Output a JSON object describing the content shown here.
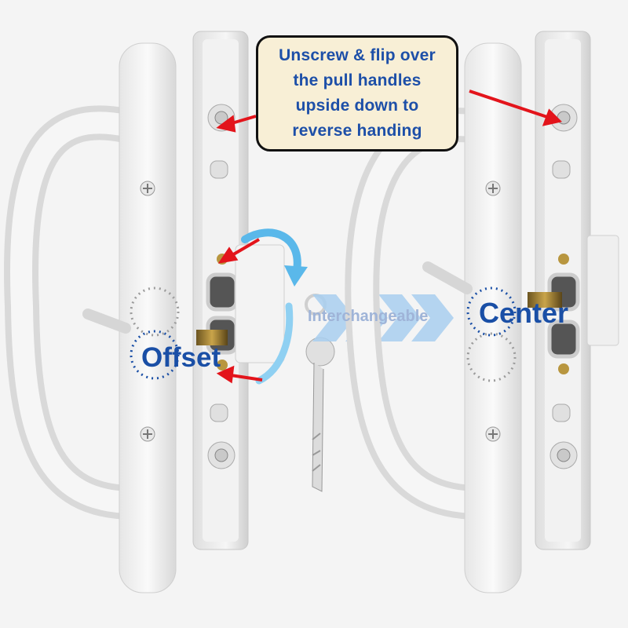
{
  "callout": {
    "lines": [
      "Unscrew & flip over",
      "the pull handles",
      "upside down to",
      "reverse handing"
    ]
  },
  "labels": {
    "offset": "Offset",
    "center": "Center",
    "interchangeable": "Interchangeable"
  },
  "colors": {
    "label_blue": "#1a4fa6",
    "callout_bg": "#f8efd6",
    "arrow_red": "#e3141b",
    "rotate_arrow": "#5ab8ea",
    "chevrons": "#a9cff0"
  },
  "icons": [
    "red-pointer-arrow",
    "rotate-arrow",
    "chevron-arrows",
    "key",
    "screw"
  ]
}
